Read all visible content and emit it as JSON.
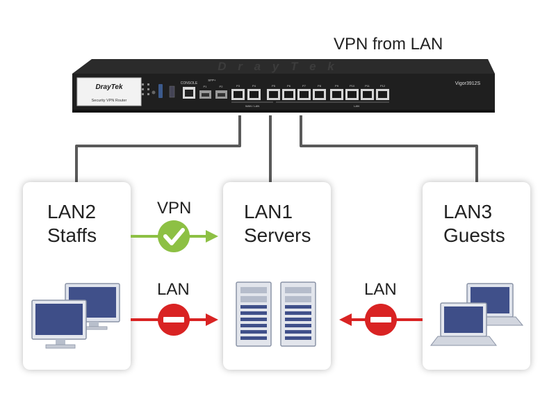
{
  "title": "VPN from LAN",
  "router": {
    "brand": "DrayTek",
    "model": "Vigor3912S",
    "subtitle": "Security VPN Router",
    "console_label": "CONSOLE",
    "sfp_label": "SFP+",
    "port_labels": [
      "P1",
      "P2",
      "P3",
      "P4",
      "P5",
      "P6",
      "P7",
      "P8",
      "P9",
      "P10",
      "P11",
      "P12"
    ],
    "wan_lan_label": "WAN / LAN",
    "lan_label": "LAN"
  },
  "networks": [
    {
      "id": "lan2",
      "line1": "LAN2",
      "line2": "Staffs",
      "device": "desktop"
    },
    {
      "id": "lan1",
      "line1": "LAN1",
      "line2": "Servers",
      "device": "server"
    },
    {
      "id": "lan3",
      "line1": "LAN3",
      "line2": "Guests",
      "device": "laptop"
    }
  ],
  "connections": [
    {
      "from": "lan2",
      "to": "lan1",
      "label": "VPN",
      "status": "allowed",
      "color": "#8dc044"
    },
    {
      "from": "lan2",
      "to": "lan1",
      "label": "LAN",
      "status": "blocked",
      "color": "#d92323"
    },
    {
      "from": "lan3",
      "to": "lan1",
      "label": "LAN",
      "status": "blocked",
      "color": "#d92323"
    }
  ],
  "colors": {
    "allowed": "#8dc044",
    "blocked": "#d92323",
    "cable": "#5a5a5a",
    "router_body": "#1f1f1f"
  }
}
